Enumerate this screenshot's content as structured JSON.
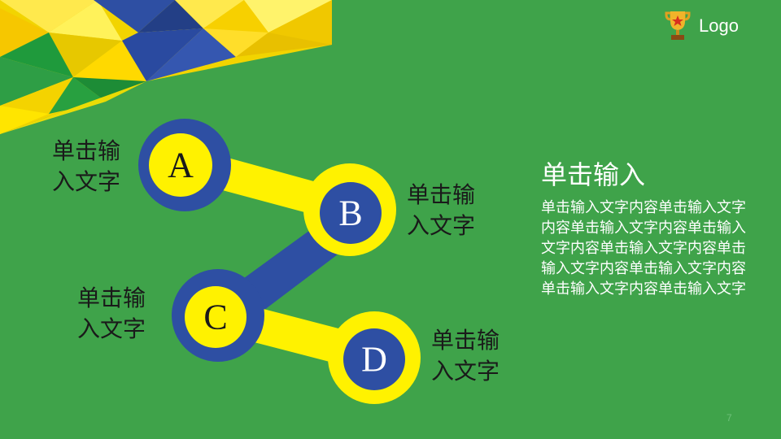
{
  "logo": {
    "text": "Logo",
    "icon": "trophy-icon"
  },
  "colors": {
    "background": "#3fa34a",
    "yellow": "#fff200",
    "blue": "#2e4fa3",
    "green": "#1f9a3c"
  },
  "nodes": [
    {
      "letter": "A",
      "label": "单击输入文字"
    },
    {
      "letter": "B",
      "label": "单击输入文字"
    },
    {
      "letter": "C",
      "label": "单击输入文字"
    },
    {
      "letter": "D",
      "label": "单击输入文字"
    }
  ],
  "content": {
    "heading": "单击输入",
    "body": "单击输入文字内容单击输入文字内容单击输入文字内容单击输入文字内容单击输入文字内容单击输入文字内容单击输入文字内容单击输入文字内容单击输入文字"
  },
  "page_number": "7"
}
